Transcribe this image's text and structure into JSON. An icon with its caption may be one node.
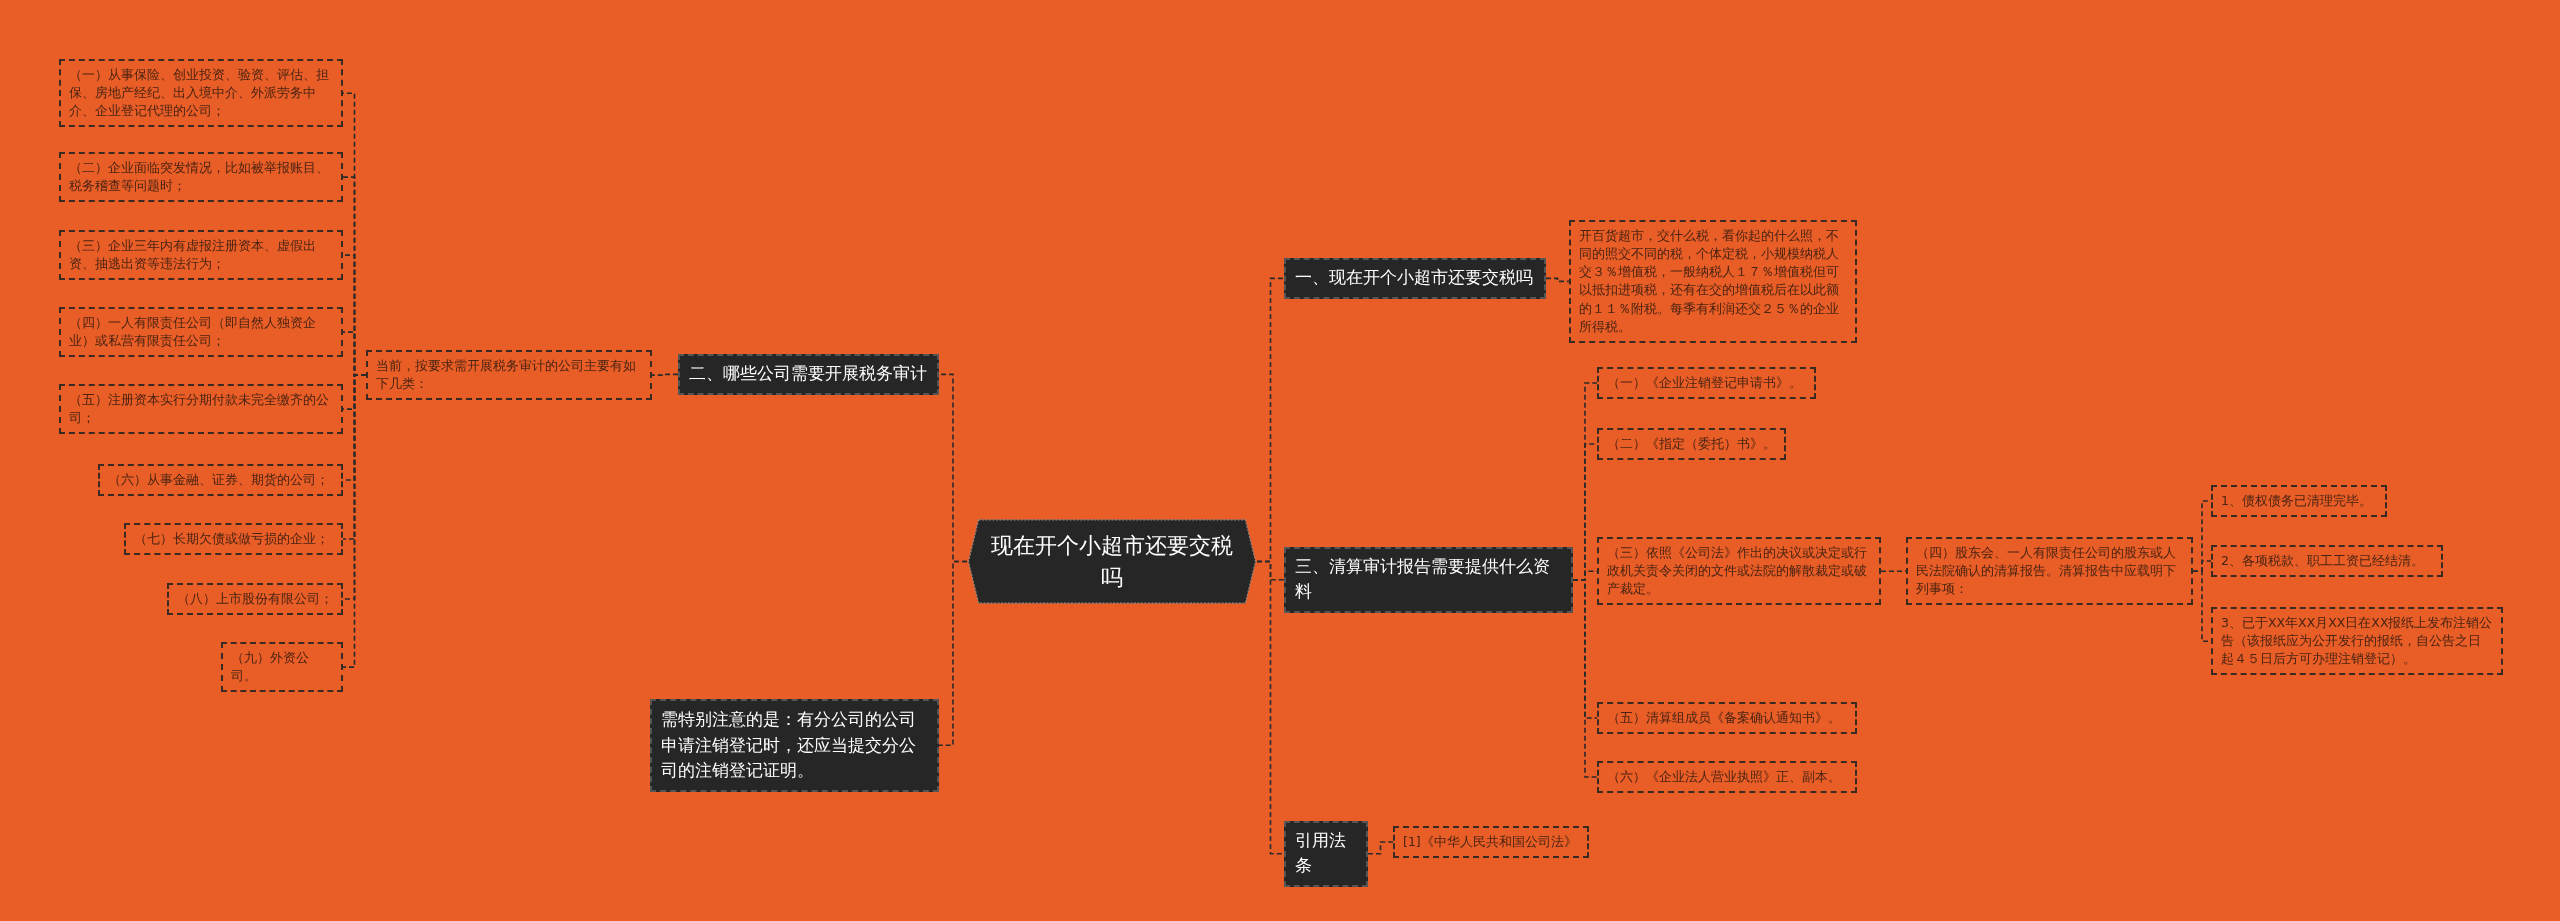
{
  "diagram": {
    "nodes": [
      {
        "text": [
          "现在开个小超市还要交税吗"
        ]
      },
      {
        "text": [
          "二、哪些公司需要开展税务审计"
        ]
      },
      {
        "text": [
          "当前，按要求需开展税务审计的公司主要有如下几类："
        ]
      },
      {
        "text": [
          "（一）从事保险、创业投资、验资、评估、担保、房地产经纪、出入境中介、外派劳务中介、企业登记代理的公司；"
        ]
      },
      {
        "text": [
          "（二）企业面临突发情况，比如被举报账目、税务稽查等问题时；"
        ]
      },
      {
        "text": [
          "（三）企业三年内有虚报注册资本、虚假出资、抽逃出资等违法行为；"
        ]
      },
      {
        "text": [
          "（四）一人有限责任公司（即自然人独资企业）或私营有限责任公司；"
        ]
      },
      {
        "text": [
          "（五）注册资本实行分期付款未完全缴齐的公司；"
        ]
      },
      {
        "text": [
          "（六）从事金融、证券、期货的公司；"
        ]
      },
      {
        "text": [
          "（七）长期欠债或做亏损的企业；"
        ]
      },
      {
        "text": [
          "（八）上市股份有限公司；"
        ]
      },
      {
        "text": [
          "（九）外资公司。"
        ]
      },
      {
        "text": [
          "需特别注意的是：有分公司的公司申请注销登记时，还应当提交分公司的注销登记证明。"
        ]
      },
      {
        "text": [
          "一、现在开个小超市还要交税吗"
        ]
      },
      {
        "text": [
          "开百货超市，交什么税，看你起的什么照，不同的照交不同的税，个体定税，小规模纳税人交３％增值税，一般纳税人１７％增值税但可以抵扣进项税，还有在交的增值税后在以此额的１１％附税。每季有利润还交２５％的企业所得税。"
        ]
      },
      {
        "text": [
          "三、清算审计报告需要提供什么资料"
        ]
      },
      {
        "text": [
          "（一）《企业注销登记申请书》。"
        ]
      },
      {
        "text": [
          "（二）《指定（委托）书》。"
        ]
      },
      {
        "text": [
          "（三）依照《公司法》作出的决议或决定或行政机关责令关闭的文件或法院的解散裁定或破产裁定。"
        ]
      },
      {
        "text": [
          "（四）股东会、一人有限责任公司的股东或人民法院确认的清算报告。清算报告中应载明下列事项："
        ]
      },
      {
        "text": [
          "1、债权债务已清理完毕。"
        ]
      },
      {
        "text": [
          "2、各项税款、职工工资已经结清。"
        ]
      },
      {
        "text": [
          "3、已于XX年XX月XX日在XX报纸上发布注销公告（该报纸应为公开发行的报纸，自公告之日起４５日后方可办理注销登记）。"
        ]
      },
      {
        "text": [
          "（五）清算组成员《备案确认通知书》。"
        ]
      },
      {
        "text": [
          "（六）《企业法人营业执照》正、副本。"
        ]
      },
      {
        "text": [
          "引用法条"
        ]
      },
      {
        "text": [
          "[1]《中华人民共和国公司法》"
        ]
      }
    ],
    "edges": [
      {
        "from": 0,
        "to": 1,
        "arrow": "none"
      },
      {
        "from": 1,
        "to": 2,
        "arrow": "none"
      },
      {
        "from": 2,
        "to": 3,
        "arrow": "none"
      },
      {
        "from": 2,
        "to": 4,
        "arrow": "none"
      },
      {
        "from": 2,
        "to": 5,
        "arrow": "none"
      },
      {
        "from": 2,
        "to": 6,
        "arrow": "none"
      },
      {
        "from": 2,
        "to": 7,
        "arrow": "none"
      },
      {
        "from": 2,
        "to": 8,
        "arrow": "none"
      },
      {
        "from": 2,
        "to": 9,
        "arrow": "none"
      },
      {
        "from": 2,
        "to": 10,
        "arrow": "none"
      },
      {
        "from": 2,
        "to": 11,
        "arrow": "none"
      },
      {
        "from": 0,
        "to": 12,
        "arrow": "none"
      },
      {
        "from": 0,
        "to": 13,
        "arrow": "none"
      },
      {
        "from": 13,
        "to": 14,
        "arrow": "none"
      },
      {
        "from": 0,
        "to": 15,
        "arrow": "none"
      },
      {
        "from": 15,
        "to": 16,
        "arrow": "none"
      },
      {
        "from": 15,
        "to": 17,
        "arrow": "none"
      },
      {
        "from": 15,
        "to": 18,
        "arrow": "none"
      },
      {
        "from": 18,
        "to": 19,
        "arrow": "none"
      },
      {
        "from": 19,
        "to": 20,
        "arrow": "none"
      },
      {
        "from": 19,
        "to": 21,
        "arrow": "none"
      },
      {
        "from": 19,
        "to": 22,
        "arrow": "none"
      },
      {
        "from": 15,
        "to": 23,
        "arrow": "none"
      },
      {
        "from": 15,
        "to": 24,
        "arrow": "none"
      },
      {
        "from": 0,
        "to": 25,
        "arrow": "none"
      },
      {
        "from": 25,
        "to": 26,
        "arrow": "none"
      }
    ]
  }
}
